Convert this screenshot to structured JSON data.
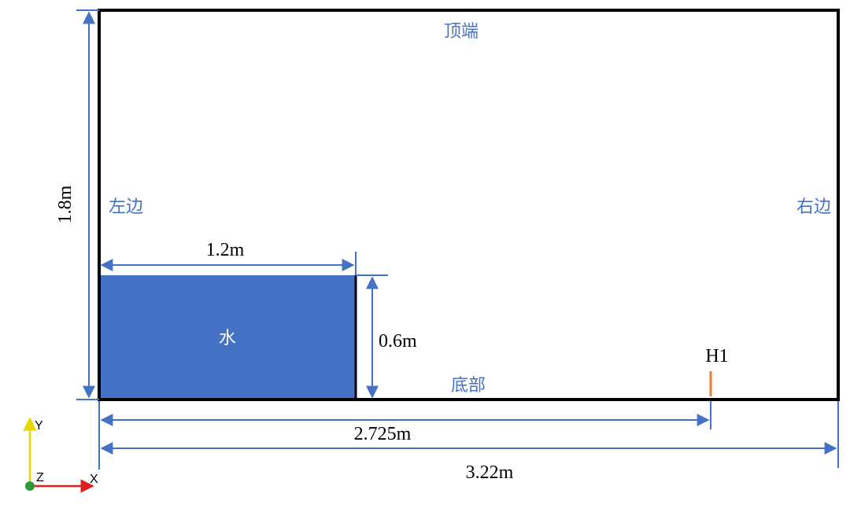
{
  "labels": {
    "top": "顶端",
    "left": "左边",
    "right": "右边",
    "bottom": "底部",
    "water": "水",
    "probe": "H1"
  },
  "dimensions": {
    "height": "1.8m",
    "water_width": "1.2m",
    "water_height": "0.6m",
    "probe_distance": "2.725m",
    "total_width": "3.22m"
  },
  "axes": {
    "y_label": "Y",
    "z_label": "Z",
    "x_label": "X"
  },
  "colors": {
    "label_blue": "#4472c4",
    "water_fill": "#4472c4",
    "probe_orange": "#ed7d31",
    "dimension_line": "#4472c4",
    "domain_border": "#000000"
  }
}
